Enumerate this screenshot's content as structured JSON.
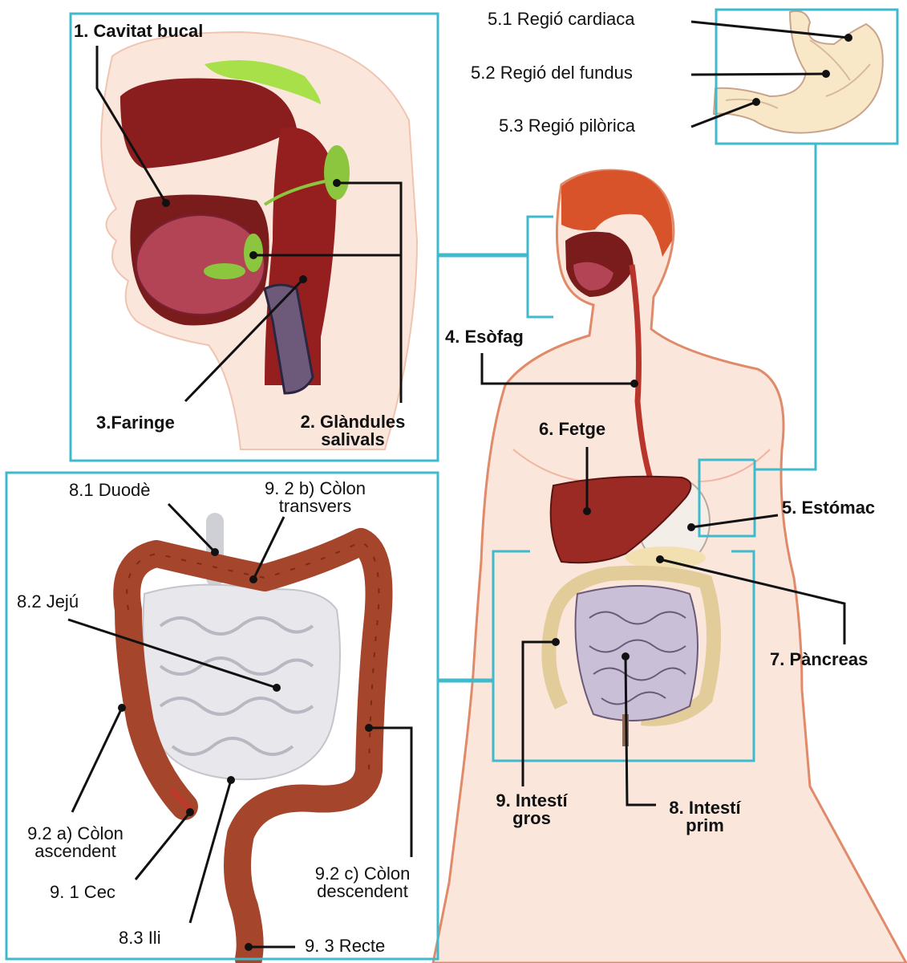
{
  "colors": {
    "frame": "#3fb9cc",
    "leader": "#111111",
    "colon": "#a5452c",
    "liver": "#9b2a24",
    "intestine": "#d9d2e0",
    "body_outline": "#e08a6a",
    "body_fill": "#fbe6dc",
    "hair": "#d8532a",
    "stomach_fill": "#f8e8c8",
    "gland": "#8cc63f"
  },
  "labels": {
    "cavitat_bucal": "1. Cavitat bucal",
    "glandules_1": "2. Glàndules",
    "glandules_2": "salivals",
    "faringe": "3.Faringe",
    "esofag": "4. Esòfag",
    "estomac": "5. Estómac",
    "regio_cardiaca": "5.1 Regió cardiaca",
    "regio_fundus": "5.2 Regió del fundus",
    "regio_pilorica": "5.3 Regió pilòrica",
    "fetge": "6. Fetge",
    "pancreas": "7. Pàncreas",
    "intesti_prim_1": "8. Intestí",
    "intesti_prim_2": "prim",
    "duode": "8.1 Duodè",
    "jeju": "8.2 Jejú",
    "ili": "8.3 Ili",
    "intesti_gros_1": "9. Intestí",
    "intesti_gros_2": "gros",
    "cec": "9. 1 Cec",
    "colon_ascendent_1": "9.2 a) Còlon",
    "colon_ascendent_2": "ascendent",
    "colon_transvers_1": "9. 2 b) Còlon",
    "colon_transvers_2": "transvers",
    "colon_descendent_1": "9.2 c) Còlon",
    "colon_descendent_2": "descendent",
    "recte": "9. 3 Recte"
  }
}
